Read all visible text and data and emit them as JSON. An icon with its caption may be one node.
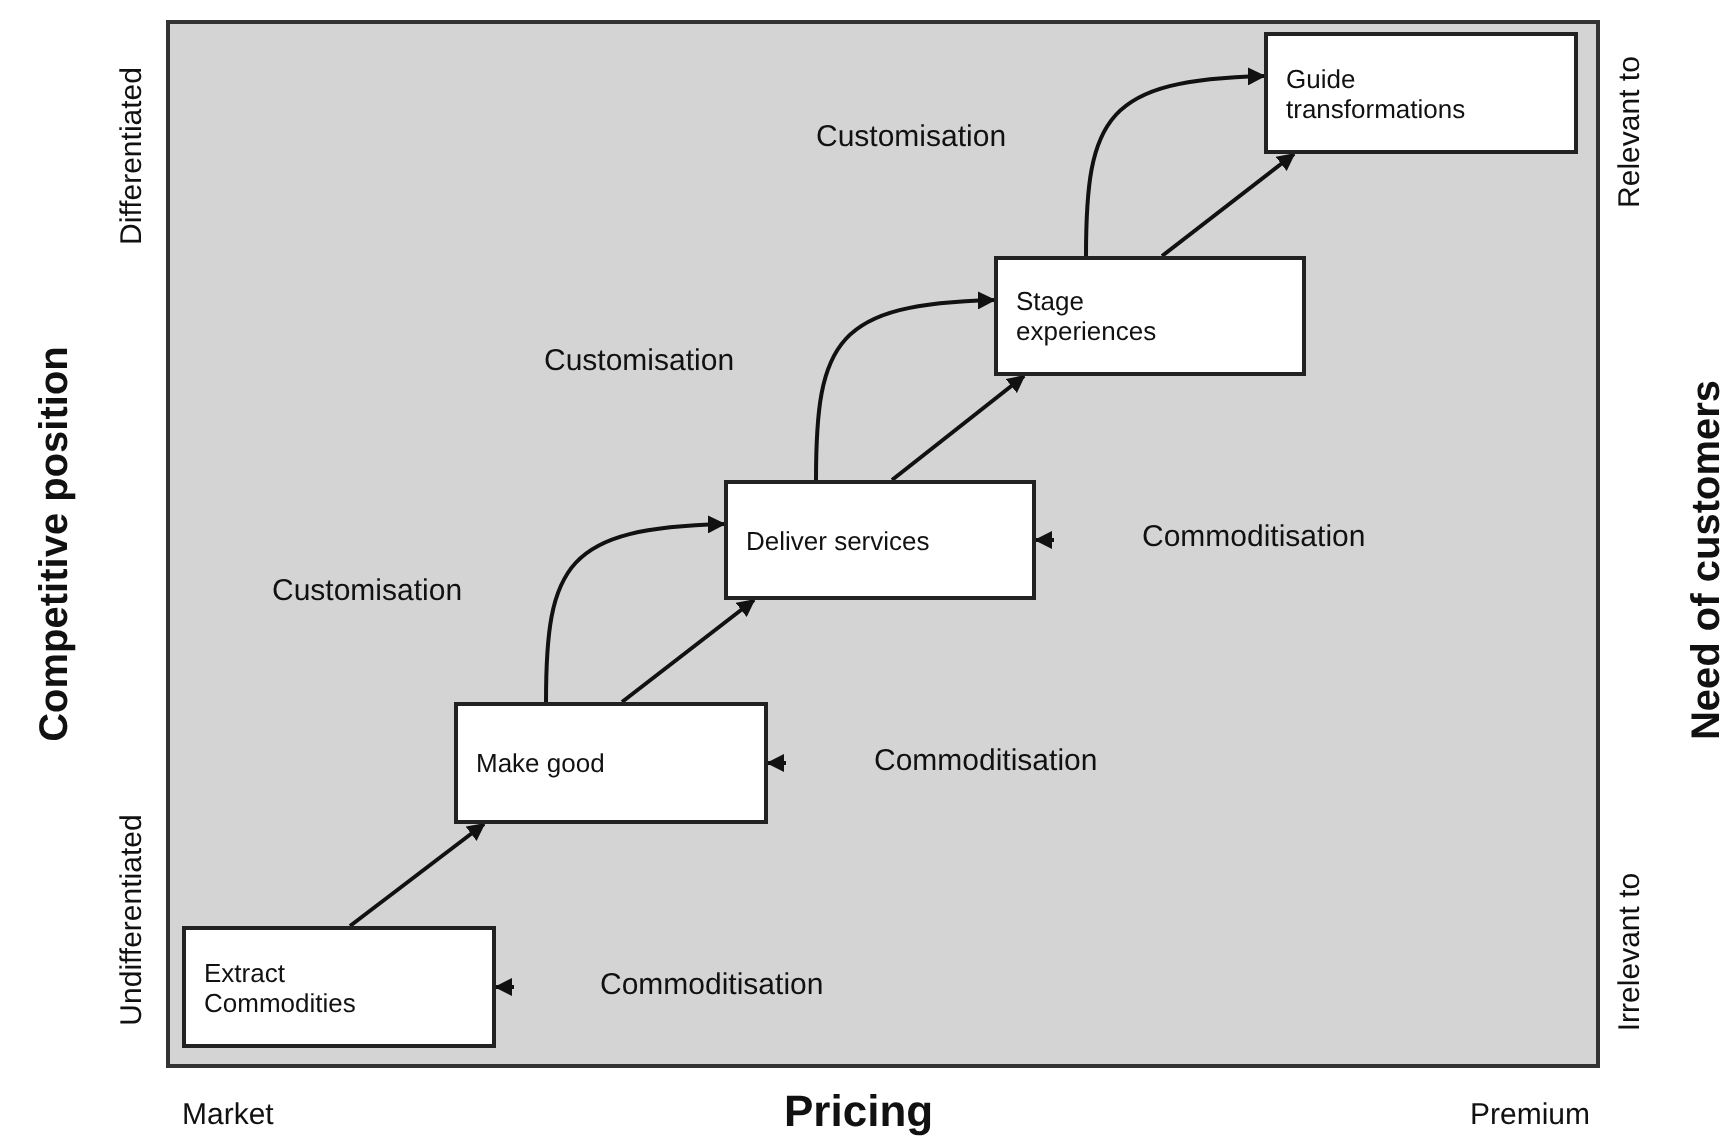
{
  "diagram": {
    "nodes": [
      {
        "text": [
          "Extract Commodities"
        ]
      },
      {
        "text": [
          "Make good"
        ]
      },
      {
        "text": [
          "Deliver services"
        ]
      },
      {
        "text": [
          "Stage experiences"
        ]
      },
      {
        "text": [
          "Guide transformations"
        ]
      }
    ],
    "edges": [
      {
        "from": 0,
        "to": 1,
        "arrow": "to"
      },
      {
        "from": 1,
        "to": 2,
        "arrow": "to"
      },
      {
        "from": 1,
        "to": 2,
        "arrow": "to"
      },
      {
        "from": 2,
        "to": 3,
        "arrow": "to"
      },
      {
        "from": 2,
        "to": 3,
        "arrow": "to"
      },
      {
        "from": 3,
        "to": 4,
        "arrow": "to"
      },
      {
        "from": 3,
        "to": 4,
        "arrow": "to"
      },
      {
        "from": null,
        "to": 0,
        "arrow": "to"
      },
      {
        "from": null,
        "to": 1,
        "arrow": "to"
      },
      {
        "from": null,
        "to": 2,
        "arrow": "to"
      }
    ],
    "labels": [
      "Differentiated",
      "Relevant to",
      "Customisation",
      "Customisation",
      "Competitive position",
      "Need of customers",
      "Commoditisation",
      "Customisation",
      "Commoditisation",
      "Undifferentiated",
      "Irrelevant to",
      "Commoditisation",
      "Market",
      "Pricing",
      "Premium"
    ]
  }
}
